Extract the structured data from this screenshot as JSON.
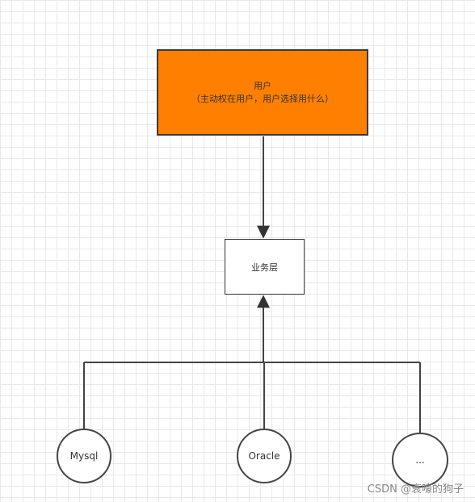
{
  "user_box": {
    "title": "用户",
    "subtitle": "（主动权在用户，用户选择用什么）",
    "fill_color": "#ff8000"
  },
  "business_box": {
    "label": "业务层"
  },
  "databases": [
    {
      "label": "Mysql"
    },
    {
      "label": "Oracle"
    },
    {
      "label": "..."
    }
  ],
  "watermark": "CSDN @衰嚎的狗子"
}
